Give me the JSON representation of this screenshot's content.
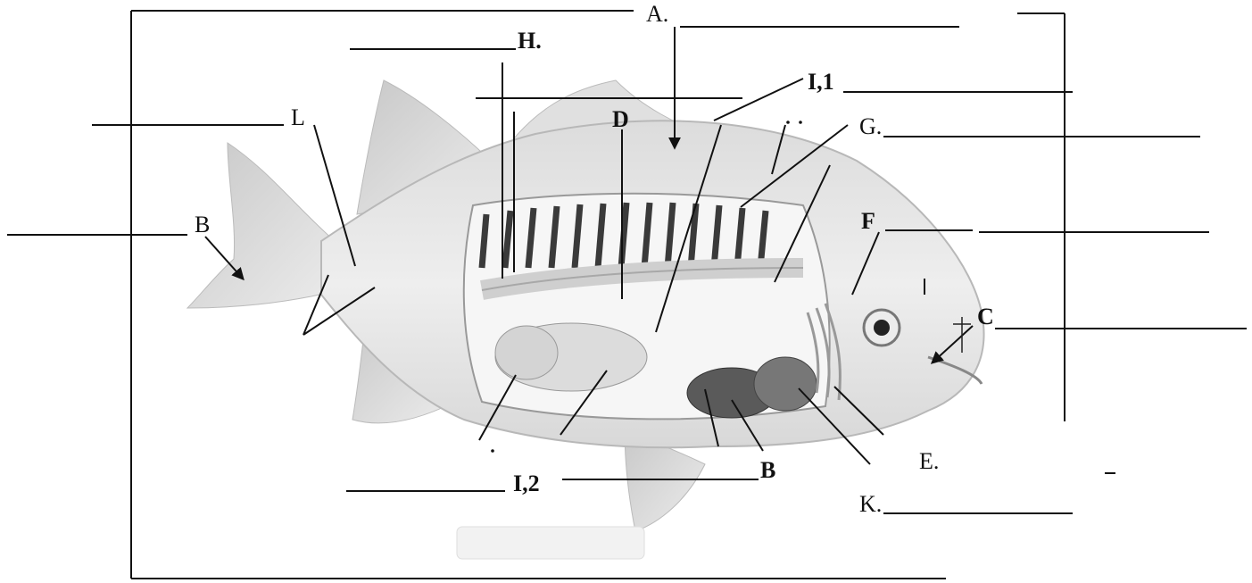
{
  "diagram": {
    "labels": {
      "A": "A.",
      "H": "H.",
      "I1": "I,1",
      "D": "D",
      "G": "G.",
      "L": "L",
      "B_tail": "B",
      "F": "F",
      "C": "C",
      "E": "E.",
      "K": "K.",
      "I2": "I,2",
      "B_bottom": "B"
    }
  }
}
